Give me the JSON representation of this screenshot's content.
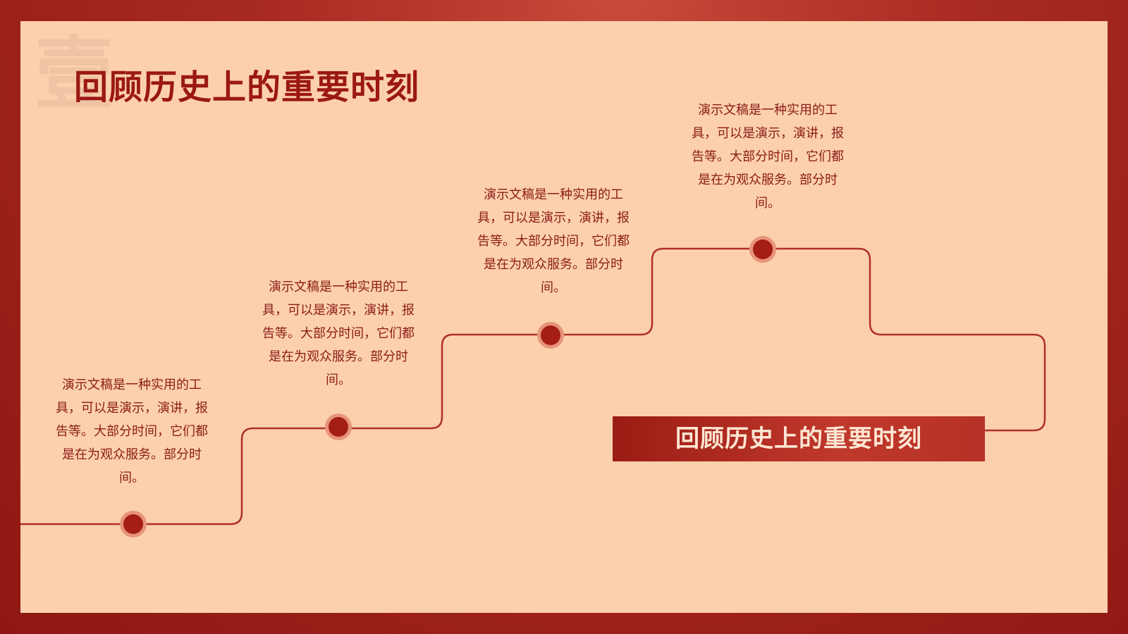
{
  "watermark": "壹",
  "title": "回顾历史上的重要时刻",
  "banner": "回顾历史上的重要时刻",
  "steps": [
    {
      "text": "演示文稿是一种实用的工具，可以是演示，演讲，报告等。大部分时间，它们都是在为观众服务。部分时间。"
    },
    {
      "text": "演示文稿是一种实用的工具，可以是演示，演讲，报告等。大部分时间，它们都是在为观众服务。部分时间。"
    },
    {
      "text": "演示文稿是一种实用的工具，可以是演示，演讲，报告等。大部分时间，它们都是在为观众服务。部分时间。"
    },
    {
      "text": "演示文稿是一种实用的工具，可以是演示，演讲，报告等。大部分时间，它们都是在为观众服务。部分时间。"
    }
  ],
  "colors": {
    "accent": "#9b1814",
    "background": "#fdd0ad",
    "line": "#b03028",
    "dot": "#a41d17",
    "dot_halo": "#e7937a"
  }
}
